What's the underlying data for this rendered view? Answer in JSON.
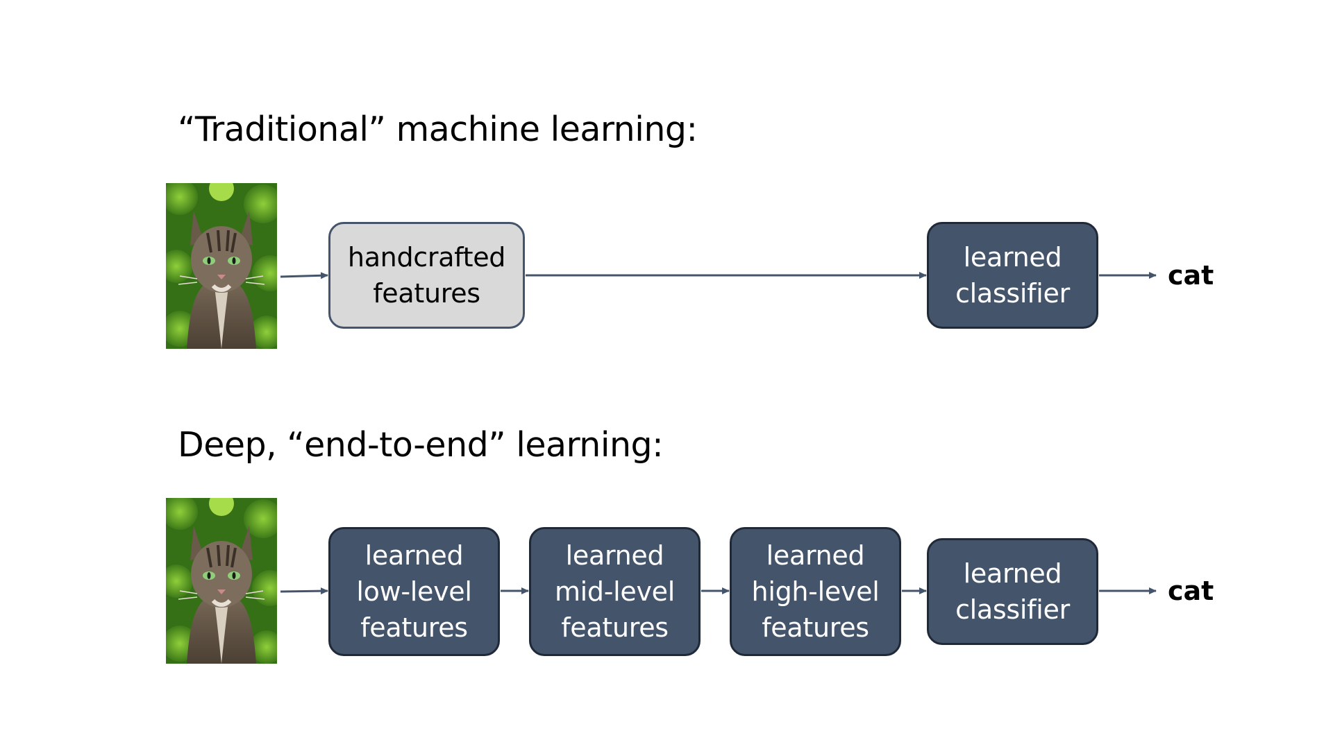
{
  "colors": {
    "dark_box": "#44546a",
    "light_box": "#d9d9d9",
    "arrow": "#44546a"
  },
  "traditional": {
    "heading": "“Traditional” machine learning:",
    "image_icon": "cat-photo",
    "handcrafted": {
      "line1": "handcrafted",
      "line2": "features"
    },
    "classifier": {
      "line1": "learned",
      "line2": "classifier"
    },
    "output": "cat"
  },
  "deep": {
    "heading": "Deep, “end-to-end” learning:",
    "image_icon": "cat-photo",
    "low": {
      "line1": "learned",
      "line2": "low-level",
      "line3": "features"
    },
    "mid": {
      "line1": "learned",
      "line2": "mid-level",
      "line3": "features"
    },
    "high": {
      "line1": "learned",
      "line2": "high-level",
      "line3": "features"
    },
    "classifier": {
      "line1": "learned",
      "line2": "classifier"
    },
    "output": "cat"
  }
}
